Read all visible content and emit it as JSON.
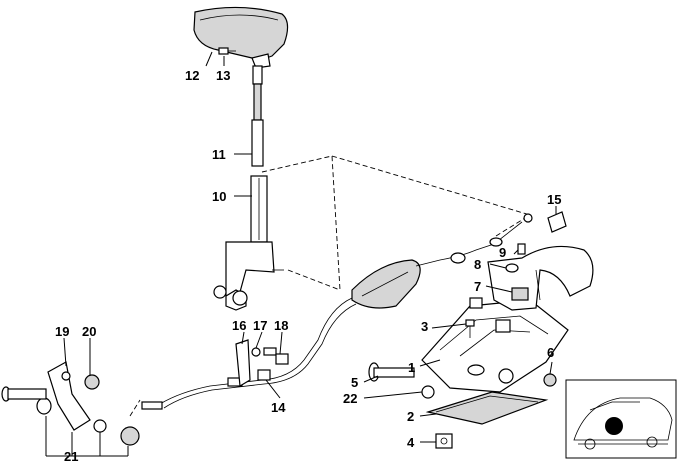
{
  "labels": [
    {
      "id": "12",
      "text": "12"
    },
    {
      "id": "13",
      "text": "13"
    },
    {
      "id": "11",
      "text": "11"
    },
    {
      "id": "10",
      "text": "10"
    },
    {
      "id": "15",
      "text": "15"
    },
    {
      "id": "9",
      "text": "9"
    },
    {
      "id": "8",
      "text": "8"
    },
    {
      "id": "7",
      "text": "7"
    },
    {
      "id": "3",
      "text": "3"
    },
    {
      "id": "1",
      "text": "1"
    },
    {
      "id": "6",
      "text": "6"
    },
    {
      "id": "5",
      "text": "5"
    },
    {
      "id": "22",
      "text": "22"
    },
    {
      "id": "2",
      "text": "2"
    },
    {
      "id": "4",
      "text": "4"
    },
    {
      "id": "16",
      "text": "16"
    },
    {
      "id": "17",
      "text": "17"
    },
    {
      "id": "18",
      "text": "18"
    },
    {
      "id": "14",
      "text": "14"
    },
    {
      "id": "19",
      "text": "19"
    },
    {
      "id": "20",
      "text": "20"
    },
    {
      "id": "21",
      "text": "21"
    }
  ],
  "thumbnail": {
    "icon": "car-thumbnail-icon",
    "marker_color": "#000000"
  }
}
